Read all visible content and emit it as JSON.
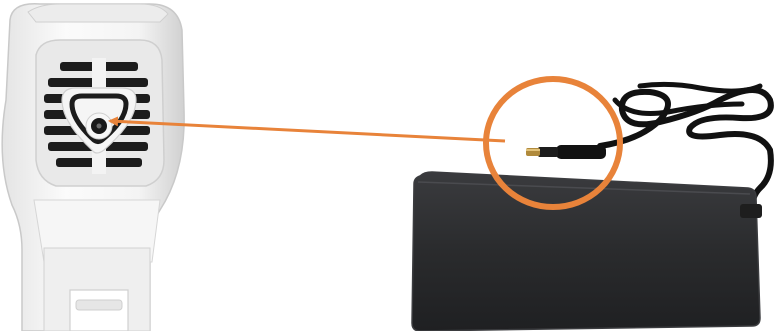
{
  "scene": {
    "description_items": [
      {
        "name": "device-body",
        "kind": "white handheld device"
      },
      {
        "name": "power-port",
        "kind": "round DC input socket"
      },
      {
        "name": "power-adapter",
        "kind": "black laptop-style power brick"
      },
      {
        "name": "dc-plug",
        "kind": "barrel connector"
      }
    ],
    "colors": {
      "background": "#ffffff",
      "device": "#f2f2f2",
      "device_shadow": "#d4d4d4",
      "grille": "#1c1c1c",
      "adapter": "#2a2b2d",
      "adapter_edge": "#3b3c3f",
      "cable": "#111111",
      "highlight": "#e8833a"
    }
  }
}
